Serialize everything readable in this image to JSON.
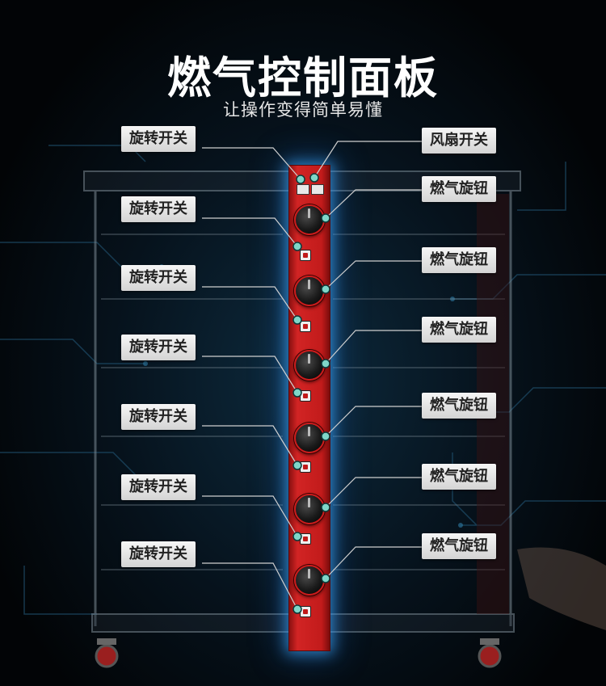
{
  "header": {
    "title": "燃气控制面板",
    "subtitle": "让操作变得简单易懂"
  },
  "labels": {
    "left": [
      "旋转开关",
      "旋转开关",
      "旋转开关",
      "旋转开关",
      "旋转开关",
      "旋转开关",
      "旋转开关"
    ],
    "right": [
      "风扇开关",
      "燃气旋钮",
      "燃气旋钮",
      "燃气旋钮",
      "燃气旋钮",
      "燃气旋钮",
      "燃气旋钮"
    ]
  },
  "colors": {
    "panel_red": "#c21b1b",
    "glow_blue": "#3caaff",
    "label_bg": "#e6e6e6",
    "marker_teal": "#7fd6c8"
  }
}
